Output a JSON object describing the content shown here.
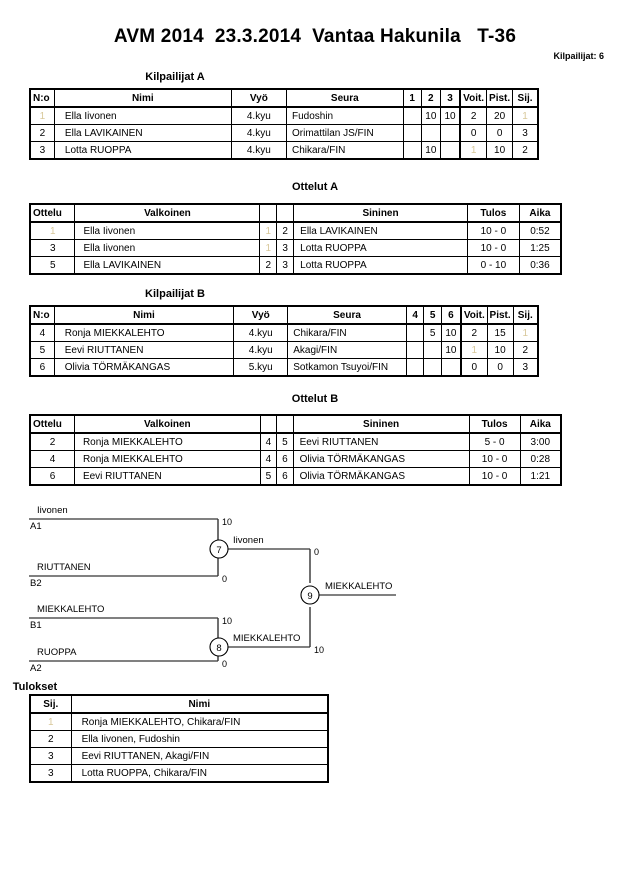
{
  "header": {
    "title": "AVM 2014  23.3.2014  Vantaa Hakunila   T-36",
    "competitor_count_label": "Kilpailijat: 6"
  },
  "sections": {
    "pool_a_caption": "Kilpailijat A",
    "matches_a_caption": "Ottelut A",
    "pool_b_caption": "Kilpailijat B",
    "matches_b_caption": "Ottelut B",
    "results_caption": "Tulokset"
  },
  "pool_a": {
    "columns": [
      "N:o",
      "Nimi",
      "Vyö",
      "Seura",
      "1",
      "2",
      "3",
      "Voit.",
      "Pist.",
      "Sij."
    ],
    "rows": [
      {
        "no": "1",
        "name": "Ella Iivonen",
        "belt": "4.kyu",
        "club": "Fudoshin",
        "s1": "",
        "s2": "10",
        "s3": "10",
        "wins": "2",
        "points": "20",
        "rank": "1"
      },
      {
        "no": "2",
        "name": "Ella LAVIKAINEN",
        "belt": "4.kyu",
        "club": "Orimattilan JS/FIN",
        "s1": "",
        "s2": "",
        "s3": "",
        "wins": "0",
        "points": "0",
        "rank": "3"
      },
      {
        "no": "3",
        "name": "Lotta RUOPPA",
        "belt": "4.kyu",
        "club": "Chikara/FIN",
        "s1": "",
        "s2": "10",
        "s3": "",
        "wins": "1",
        "points": "10",
        "rank": "2"
      }
    ]
  },
  "matches_a": {
    "columns": [
      "Ottelu",
      "Valkoinen",
      "",
      "",
      "Sininen",
      "Tulos",
      "Aika"
    ],
    "rows": [
      {
        "no": "1",
        "white": "Ella Iivonen",
        "w_no": "1",
        "b_no": "2",
        "blue": "Ella LAVIKAINEN",
        "result": "10 - 0",
        "time": "0:52"
      },
      {
        "no": "3",
        "white": "Ella Iivonen",
        "w_no": "1",
        "b_no": "3",
        "blue": "Lotta RUOPPA",
        "result": "10 - 0",
        "time": "1:25"
      },
      {
        "no": "5",
        "white": "Ella LAVIKAINEN",
        "w_no": "2",
        "b_no": "3",
        "blue": "Lotta RUOPPA",
        "result": "0 - 10",
        "time": "0:36"
      }
    ]
  },
  "pool_b": {
    "columns": [
      "N:o",
      "Nimi",
      "Vyö",
      "Seura",
      "4",
      "5",
      "6",
      "Voit.",
      "Pist.",
      "Sij."
    ],
    "rows": [
      {
        "no": "4",
        "name": "Ronja MIEKKALEHTO",
        "belt": "4.kyu",
        "club": "Chikara/FIN",
        "s1": "",
        "s2": "5",
        "s3": "10",
        "wins": "2",
        "points": "15",
        "rank": "1"
      },
      {
        "no": "5",
        "name": "Eevi RIUTTANEN",
        "belt": "4.kyu",
        "club": "Akagi/FIN",
        "s1": "",
        "s2": "",
        "s3": "10",
        "wins": "1",
        "points": "10",
        "rank": "2"
      },
      {
        "no": "6",
        "name": "Olivia  TÖRMÄKANGAS",
        "belt": "5.kyu",
        "club": "Sotkamon Tsuyoi/FIN",
        "s1": "",
        "s2": "",
        "s3": "",
        "wins": "0",
        "points": "0",
        "rank": "3"
      }
    ]
  },
  "matches_b": {
    "columns": [
      "Ottelu",
      "Valkoinen",
      "",
      "",
      "Sininen",
      "Tulos",
      "Aika"
    ],
    "rows": [
      {
        "no": "2",
        "white": "Ronja MIEKKALEHTO",
        "w_no": "4",
        "b_no": "5",
        "blue": "Eevi RIUTTANEN",
        "result": "5 - 0",
        "time": "3:00"
      },
      {
        "no": "4",
        "white": "Ronja MIEKKALEHTO",
        "w_no": "4",
        "b_no": "6",
        "blue": "Olivia  TÖRMÄKANGAS",
        "result": "10 - 0",
        "time": "0:28"
      },
      {
        "no": "6",
        "white": "Eevi RIUTTANEN",
        "w_no": "5",
        "b_no": "6",
        "blue": "Olivia  TÖRMÄKANGAS",
        "result": "10 - 0",
        "time": "1:21"
      }
    ]
  },
  "bracket": {
    "semifinal_1": {
      "node": "7",
      "top_name": "Iivonen",
      "top_seed": "A1",
      "top_score": "10",
      "bottom_name": "RIUTTANEN",
      "bottom_seed": "B2",
      "bottom_score": "0",
      "winner": "Iivonen",
      "winner_final_score": "0"
    },
    "semifinal_2": {
      "node": "8",
      "top_name": "MIEKKALEHTO",
      "top_seed": "B1",
      "top_score": "10",
      "bottom_name": "RUOPPA",
      "bottom_seed": "A2",
      "bottom_score": "0",
      "winner": "MIEKKALEHTO",
      "winner_final_score": "10"
    },
    "final": {
      "node": "9",
      "winner": "MIEKKALEHTO"
    }
  },
  "results": {
    "columns": [
      "Sij.",
      "Nimi"
    ],
    "rows": [
      {
        "rank": "1",
        "name": "Ronja MIEKKALEHTO, Chikara/FIN"
      },
      {
        "rank": "2",
        "name": "Ella Iivonen, Fudoshin"
      },
      {
        "rank": "3",
        "name": "Eevi RIUTTANEN, Akagi/FIN"
      },
      {
        "rank": "3",
        "name": "Lotta RUOPPA, Chikara/FIN"
      }
    ]
  }
}
